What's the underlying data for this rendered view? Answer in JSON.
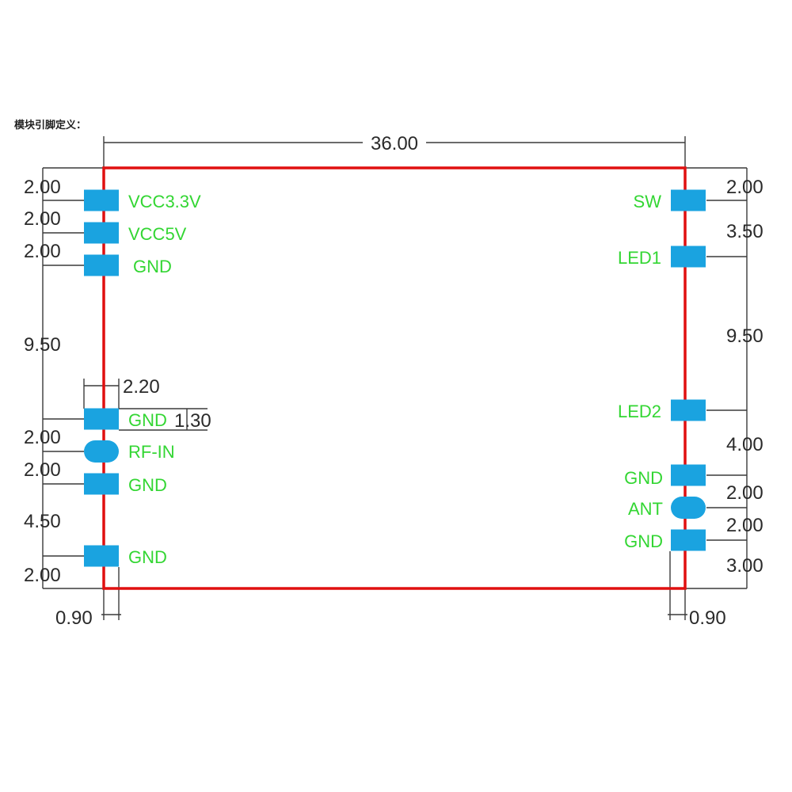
{
  "heading": "模块引脚定义：",
  "overall_width": "36.00",
  "colors": {
    "outline": "#e01010",
    "pad": "#1aa3e0",
    "pin_label": "#33d633",
    "dimension": "#2a2a2a"
  },
  "left_pins": [
    {
      "name": "VCC3.3V",
      "shape": "square"
    },
    {
      "name": "VCC5V",
      "shape": "square"
    },
    {
      "name": "GND",
      "shape": "square"
    },
    {
      "name": "GND",
      "shape": "square"
    },
    {
      "name": "RF-IN",
      "shape": "round"
    },
    {
      "name": "GND",
      "shape": "square"
    },
    {
      "name": "GND",
      "shape": "square"
    }
  ],
  "right_pins": [
    {
      "name": "SW",
      "shape": "square"
    },
    {
      "name": "LED1",
      "shape": "square"
    },
    {
      "name": "LED2",
      "shape": "square"
    },
    {
      "name": "GND",
      "shape": "square"
    },
    {
      "name": "ANT",
      "shape": "round"
    },
    {
      "name": "GND",
      "shape": "square"
    }
  ],
  "left_dims": [
    "2.00",
    "2.00",
    "2.00",
    "9.50",
    "2.00",
    "2.00",
    "4.50",
    "2.00"
  ],
  "right_dims": [
    "2.00",
    "3.50",
    "9.50",
    "4.00",
    "2.00",
    "2.00",
    "3.00"
  ],
  "pad_width": "2.20",
  "pad_height": "1.30",
  "left_offset": "0.90",
  "right_offset": "0.90"
}
